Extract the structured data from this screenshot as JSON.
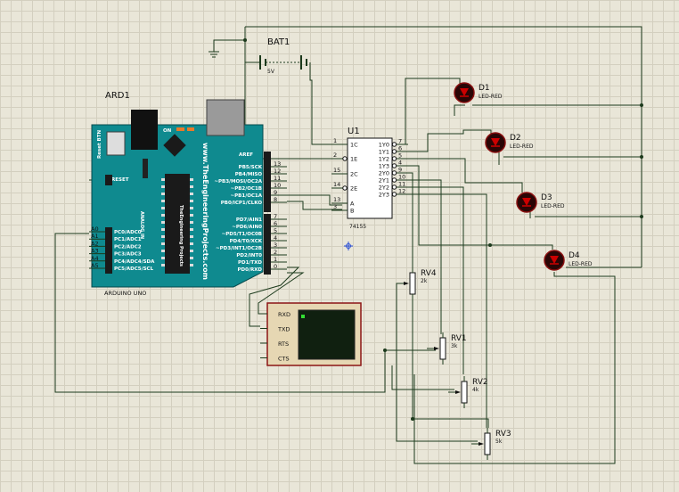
{
  "battery": {
    "ref": "BAT1",
    "value": "5V"
  },
  "arduino": {
    "ref": "ARD1",
    "model": "ARDUINO UNO",
    "website": "www.TheEngineeringProjects.com",
    "reset_btn": "Reset BTN",
    "on_label": "ON",
    "reset_label": "RESET",
    "aref": "AREF",
    "analog_in": "ANALOG IN",
    "brand": "TheEngineering Projects",
    "analog_pins": [
      {
        "pin": "A0",
        "name": "PC0/ADC0"
      },
      {
        "pin": "A1",
        "name": "PC1/ADC1"
      },
      {
        "pin": "A2",
        "name": "PC2/ADC2"
      },
      {
        "pin": "A3",
        "name": "PC3/ADC3"
      },
      {
        "pin": "A4",
        "name": "PC4/ADC4/SDA"
      },
      {
        "pin": "A5",
        "name": "PC5/ADC5/SCL"
      }
    ],
    "digital_top": [
      {
        "num": "13",
        "name": "PB5/SCK"
      },
      {
        "num": "12",
        "name": "PB4/MISO"
      },
      {
        "num": "11",
        "name": "~PB3/MOSI/OC2A"
      },
      {
        "num": "10",
        "name": "~PB2/OC1B"
      },
      {
        "num": "9",
        "name": "~PB1/OC1A"
      },
      {
        "num": "8",
        "name": "PB0/ICP1/CLKO"
      }
    ],
    "digital_bottom": [
      {
        "num": "7",
        "name": "PD7/AIN1"
      },
      {
        "num": "6",
        "name": "~PD6/AIN0"
      },
      {
        "num": "5",
        "name": "~PD5/T1/OC0B"
      },
      {
        "num": "4",
        "name": "PD4/T0/XCK"
      },
      {
        "num": "3",
        "name": "~PD3/INT1/OC2B"
      },
      {
        "num": "2",
        "name": "PD2/INT0"
      },
      {
        "num": "1",
        "name": "PD1/TXD"
      },
      {
        "num": "0",
        "name": "PD0/RXD"
      }
    ]
  },
  "decoder": {
    "ref": "U1",
    "part": "74155",
    "left_pins": [
      {
        "num": "1",
        "name": "1C"
      },
      {
        "num": "2",
        "name": "1E"
      },
      {
        "num": "15",
        "name": "2C"
      },
      {
        "num": "14",
        "name": "2E"
      },
      {
        "num": "13",
        "name": "A"
      },
      {
        "num": "3",
        "name": "B"
      }
    ],
    "right_pins": [
      {
        "num": "7",
        "name": "1Y0"
      },
      {
        "num": "6",
        "name": "1Y1"
      },
      {
        "num": "5",
        "name": "1Y2"
      },
      {
        "num": "4",
        "name": "1Y3"
      },
      {
        "num": "9",
        "name": "2Y0"
      },
      {
        "num": "10",
        "name": "2Y1"
      },
      {
        "num": "11",
        "name": "2Y2"
      },
      {
        "num": "12",
        "name": "2Y3"
      }
    ]
  },
  "leds": [
    {
      "ref": "D1",
      "type": "LED-RED"
    },
    {
      "ref": "D2",
      "type": "LED-RED"
    },
    {
      "ref": "D3",
      "type": "LED-RED"
    },
    {
      "ref": "D4",
      "type": "LED-RED"
    }
  ],
  "pots": [
    {
      "ref": "RV4",
      "value": "2k"
    },
    {
      "ref": "RV1",
      "value": "3k"
    },
    {
      "ref": "RV2",
      "value": "4k"
    },
    {
      "ref": "RV3",
      "value": "5k"
    }
  ],
  "terminal": {
    "pins": [
      "RXD",
      "TXD",
      "RTS",
      "CTS"
    ]
  },
  "colors": {
    "board": "#0f8a8f",
    "led": "#cc0000",
    "wire": "#1c3a1c",
    "terminal_screen": "#102010"
  }
}
